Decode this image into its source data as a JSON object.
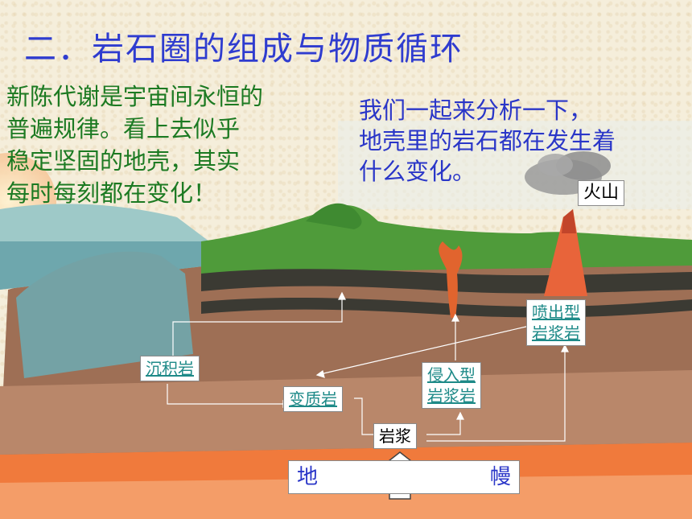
{
  "title": "二．岩石圈的组成与物质循环",
  "left_text": [
    "新陈代谢是宇宙间永恒的",
    "普遍规律。看上去似乎",
    "稳定坚固的地壳，其实",
    "每时每刻都在变化！"
  ],
  "right_text": [
    "我们一起来分析一下，",
    "地壳里的岩石都在发生着",
    "什么变化。"
  ],
  "labels": {
    "volcano": "火山",
    "sedimentary": "沉积岩",
    "metamorphic": "变质岩",
    "intrusive": [
      "侵入型",
      "岩浆岩"
    ],
    "extrusive": [
      "喷出型",
      "岩浆岩"
    ],
    "magma": "岩浆",
    "mantle_left": "地",
    "mantle_right": "幔"
  },
  "colors": {
    "title": "#2f3ccf",
    "left_text": "#1c7a22",
    "right_text": "#2a36c8",
    "link": "#1e8a88"
  }
}
